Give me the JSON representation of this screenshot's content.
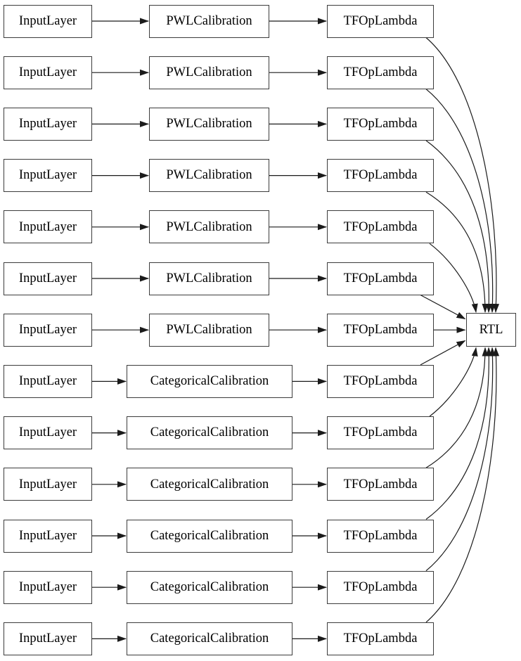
{
  "diagram": {
    "type": "model-graph",
    "background": "#ffffff",
    "node_fill": "#ffffff",
    "node_border": "#3c3c3c",
    "edge_color": "#1b1b1b",
    "text_color": "#000000",
    "output_node": "RTL",
    "rows": [
      {
        "input": "InputLayer",
        "calibration": "PWLCalibration",
        "lambda": "TFOpLambda"
      },
      {
        "input": "InputLayer",
        "calibration": "PWLCalibration",
        "lambda": "TFOpLambda"
      },
      {
        "input": "InputLayer",
        "calibration": "PWLCalibration",
        "lambda": "TFOpLambda"
      },
      {
        "input": "InputLayer",
        "calibration": "PWLCalibration",
        "lambda": "TFOpLambda"
      },
      {
        "input": "InputLayer",
        "calibration": "PWLCalibration",
        "lambda": "TFOpLambda"
      },
      {
        "input": "InputLayer",
        "calibration": "PWLCalibration",
        "lambda": "TFOpLambda"
      },
      {
        "input": "InputLayer",
        "calibration": "PWLCalibration",
        "lambda": "TFOpLambda"
      },
      {
        "input": "InputLayer",
        "calibration": "CategoricalCalibration",
        "lambda": "TFOpLambda"
      },
      {
        "input": "InputLayer",
        "calibration": "CategoricalCalibration",
        "lambda": "TFOpLambda"
      },
      {
        "input": "InputLayer",
        "calibration": "CategoricalCalibration",
        "lambda": "TFOpLambda"
      },
      {
        "input": "InputLayer",
        "calibration": "CategoricalCalibration",
        "lambda": "TFOpLambda"
      },
      {
        "input": "InputLayer",
        "calibration": "CategoricalCalibration",
        "lambda": "TFOpLambda"
      },
      {
        "input": "InputLayer",
        "calibration": "CategoricalCalibration",
        "lambda": "TFOpLambda"
      }
    ]
  }
}
